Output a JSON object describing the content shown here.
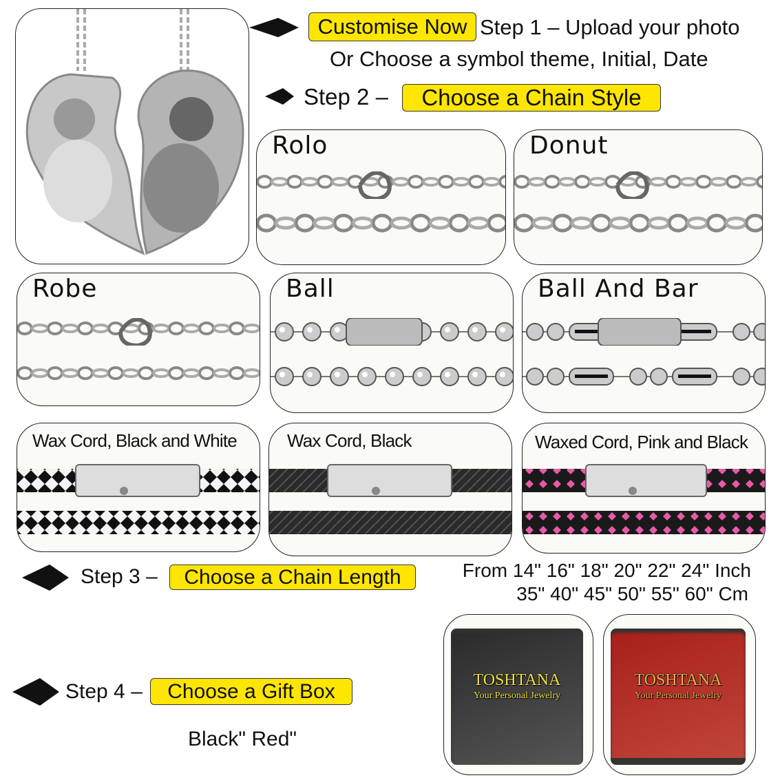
{
  "step1": {
    "badge": "Customise Now",
    "text": "Step 1 – Upload your photo",
    "subtext": "Or Choose a symbol theme, Initial, Date"
  },
  "step2": {
    "prefix": "Step 2 –",
    "badge": "Choose a Chain Style"
  },
  "chains": [
    {
      "name": "Rolo"
    },
    {
      "name": "Donut"
    },
    {
      "name": "Robe"
    },
    {
      "name": "Ball"
    },
    {
      "name": "Ball And Bar"
    },
    {
      "name": "Wax Cord, Black and White"
    },
    {
      "name": "Wax Cord, Black"
    },
    {
      "name": "Waxed Cord, Pink and Black"
    }
  ],
  "step3": {
    "prefix": "Step 3 –",
    "badge": "Choose a Chain Length",
    "inches": "From 14\" 16\" 18\" 20\" 22\" 24\" Inch",
    "cm": "35\" 40\" 45\" 50\" 55\" 60\" Cm"
  },
  "step4": {
    "prefix": "Step 4 –",
    "badge": "Choose a Gift Box",
    "options": "Black\" Red\""
  },
  "gift_boxes": [
    {
      "brand": "TOSHTANA",
      "tagline": "Your Personal Jewelry",
      "color": "#3a3a3a"
    },
    {
      "brand": "TOSHTANA",
      "tagline": "Your Personal Jewelry",
      "color": "#b0261f"
    }
  ],
  "colors": {
    "badge": "#ffe600",
    "pink": "#e85aa8"
  }
}
